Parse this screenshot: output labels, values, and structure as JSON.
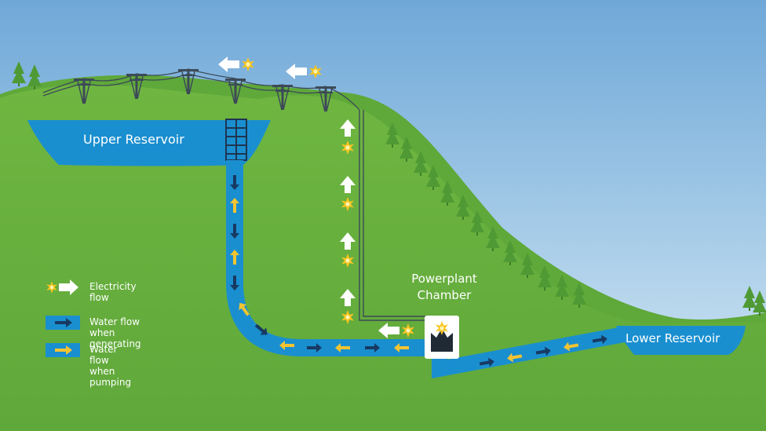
{
  "labels": {
    "upper_reservoir": "Upper Reservoir",
    "lower_reservoir": "Lower Reservoir",
    "powerplant_line1": "Powerplant",
    "powerplant_line2": "Chamber"
  },
  "legend": {
    "electricity": "Electricity flow",
    "generating": "Water flow when generating",
    "pumping": "Water flow when pumping"
  },
  "colors": {
    "sky_top": "#6fa8d8",
    "sky_bottom": "#d6eaf5",
    "grass": "#6db33f",
    "grass_dark": "#4f9a34",
    "water": "#1a8fd0",
    "generating_arrow": "#173a62",
    "pumping_arrow": "#f2c431",
    "electricity_arrow": "#ffffff",
    "spark": "#f7c520"
  },
  "icons": {
    "electricity": "spark-white-arrow-icon",
    "generating": "navy-arrow-icon",
    "pumping": "yellow-arrow-icon",
    "plant": "spark-house-icon"
  }
}
